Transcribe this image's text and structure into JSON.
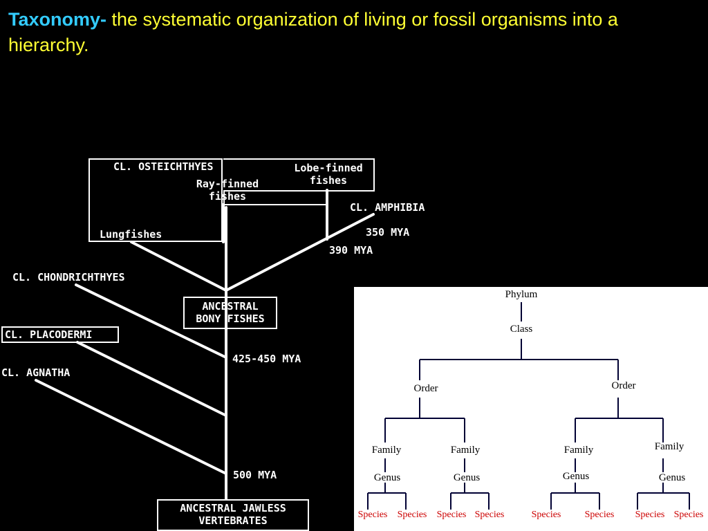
{
  "slide": {
    "term": "Taxonomy-",
    "definition": " the systematic organization of living or fossil organisms into a hierarchy."
  },
  "phylogeny": {
    "osteichthyes": "CL. OSTEICHTHYES",
    "lobe_finned": "Lobe-finned\nfishes",
    "ray_finned": "Ray-finned\nfishes",
    "lungfishes": "Lungfishes",
    "amphibia": "CL. AMPHIBIA",
    "mya_350": "350 MYA",
    "mya_390": "390 MYA",
    "chondrichthyes": "CL. CHONDRICHTHYES",
    "ancestral_bony": "ANCESTRAL\nBONY FISHES",
    "placodermi": "CL. PLACODERMI",
    "mya_425": "425-450 MYA",
    "agnatha": "CL. AGNATHA",
    "mya_500": "500 MYA",
    "ancestral_jawless": "ANCESTRAL JAWLESS\nVERTEBRATES"
  },
  "hierarchy": {
    "phylum": "Phylum",
    "class": "Class",
    "orders": [
      "Order",
      "Order"
    ],
    "families": [
      "Family",
      "Family",
      "Family",
      "Family"
    ],
    "genera": [
      "Genus",
      "Genus",
      "Genus",
      "Genus"
    ],
    "species": [
      "Species",
      "Species",
      "Species",
      "Species",
      "Species",
      "Species",
      "Species",
      "Species"
    ]
  }
}
